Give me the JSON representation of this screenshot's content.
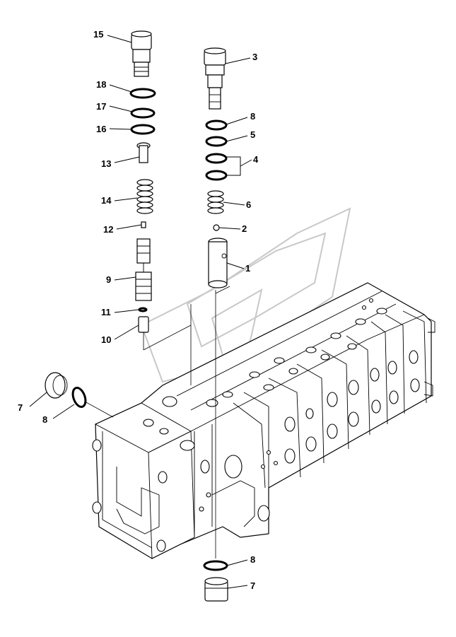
{
  "callouts": [
    {
      "id": "c15",
      "text": "15"
    },
    {
      "id": "c18",
      "text": "18"
    },
    {
      "id": "c17",
      "text": "17"
    },
    {
      "id": "c16",
      "text": "16"
    },
    {
      "id": "c13",
      "text": "13"
    },
    {
      "id": "c14",
      "text": "14"
    },
    {
      "id": "c12",
      "text": "12"
    },
    {
      "id": "c9",
      "text": "9"
    },
    {
      "id": "c11",
      "text": "11"
    },
    {
      "id": "c10",
      "text": "10"
    },
    {
      "id": "c3",
      "text": "3"
    },
    {
      "id": "c8a",
      "text": "8"
    },
    {
      "id": "c5",
      "text": "5"
    },
    {
      "id": "c4",
      "text": "4"
    },
    {
      "id": "c6",
      "text": "6"
    },
    {
      "id": "c2",
      "text": "2"
    },
    {
      "id": "c1",
      "text": "1"
    },
    {
      "id": "c7a",
      "text": "7"
    },
    {
      "id": "c8b",
      "text": "8"
    },
    {
      "id": "c8c",
      "text": "8"
    },
    {
      "id": "c7b",
      "text": "7"
    }
  ]
}
